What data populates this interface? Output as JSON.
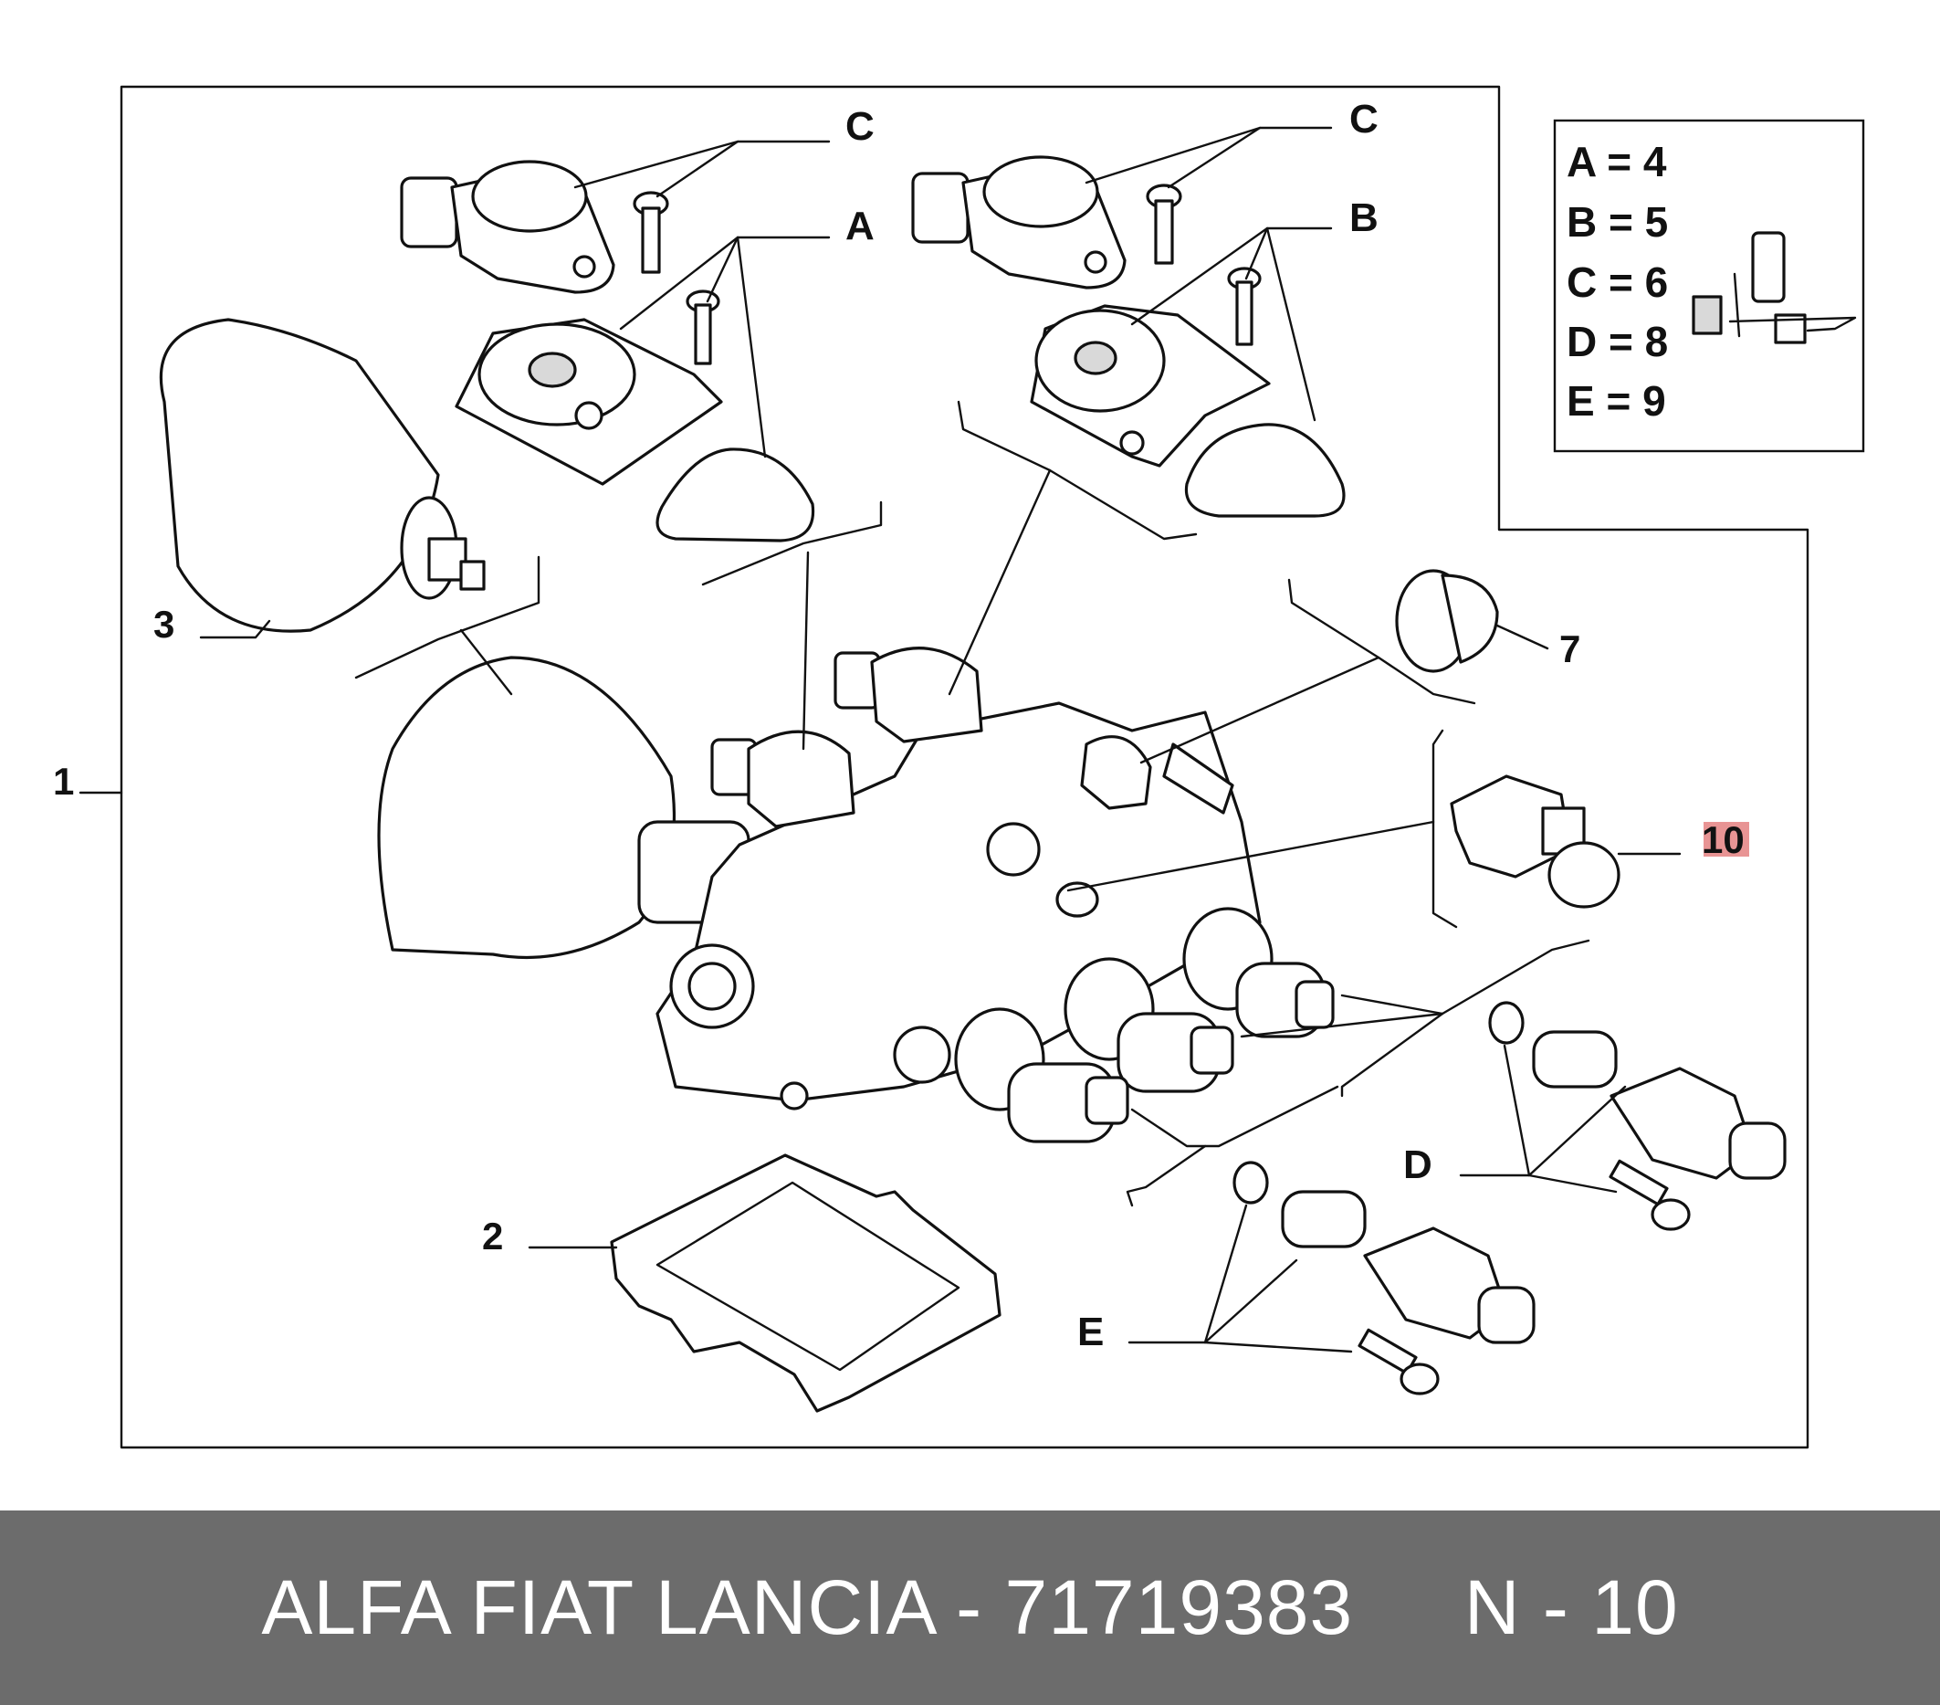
{
  "callouts": {
    "item_1": "1",
    "item_2": "2",
    "item_3": "3",
    "item_7": "7",
    "item_10": "10",
    "letter_a": "A",
    "letter_b": "B",
    "letter_c_left": "C",
    "letter_c_right": "C",
    "letter_d": "D",
    "letter_e": "E"
  },
  "legend": [
    {
      "key": "A = 4"
    },
    {
      "key": "B = 5"
    },
    {
      "key": "C = 6"
    },
    {
      "key": "D = 8"
    },
    {
      "key": "E = 9"
    }
  ],
  "highlight_color": "#e07070",
  "footer": {
    "brand": "ALFA FIAT LANCIA - 71719383",
    "ref": "N - 10"
  }
}
